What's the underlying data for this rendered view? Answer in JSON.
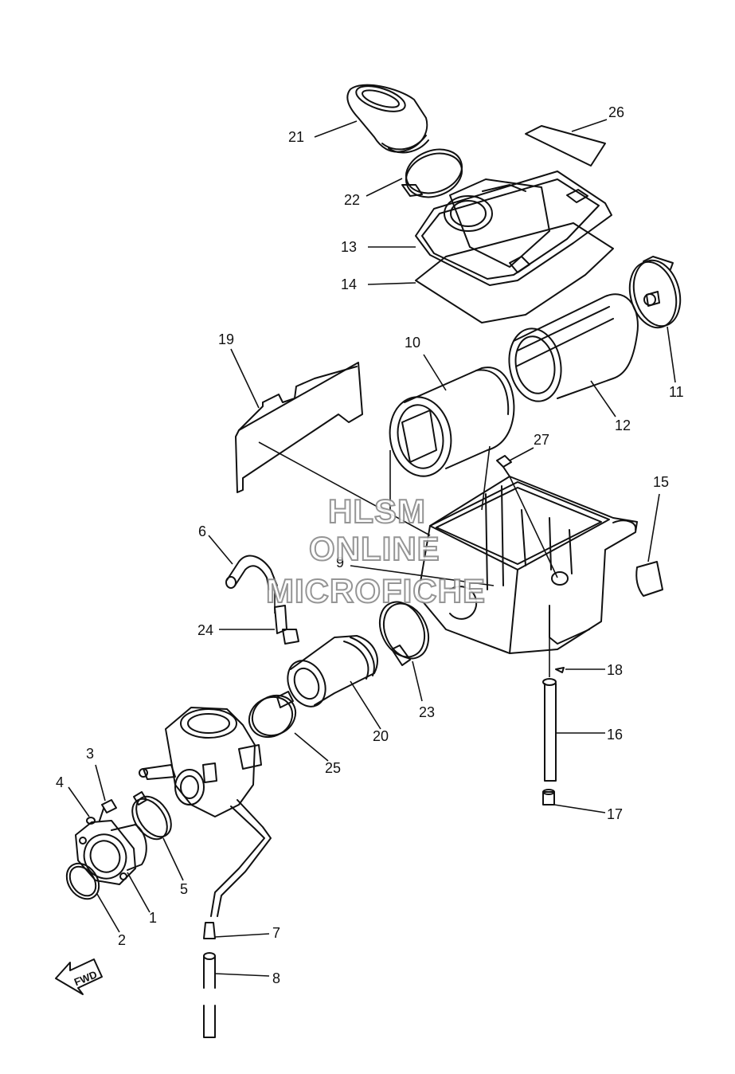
{
  "callouts": [
    {
      "id": "c1",
      "label": "1"
    },
    {
      "id": "c2",
      "label": "2"
    },
    {
      "id": "c3",
      "label": "3"
    },
    {
      "id": "c4",
      "label": "4"
    },
    {
      "id": "c5",
      "label": "5"
    },
    {
      "id": "c6",
      "label": "6"
    },
    {
      "id": "c7",
      "label": "7"
    },
    {
      "id": "c8",
      "label": "8"
    },
    {
      "id": "c9",
      "label": "9"
    },
    {
      "id": "c10",
      "label": "10"
    },
    {
      "id": "c11",
      "label": "11"
    },
    {
      "id": "c12",
      "label": "12"
    },
    {
      "id": "c13",
      "label": "13"
    },
    {
      "id": "c14",
      "label": "14"
    },
    {
      "id": "c15",
      "label": "15"
    },
    {
      "id": "c16",
      "label": "16"
    },
    {
      "id": "c17",
      "label": "17"
    },
    {
      "id": "c18",
      "label": "18"
    },
    {
      "id": "c19",
      "label": "19"
    },
    {
      "id": "c20",
      "label": "20"
    },
    {
      "id": "c21",
      "label": "21"
    },
    {
      "id": "c22",
      "label": "22"
    },
    {
      "id": "c23",
      "label": "23"
    },
    {
      "id": "c24",
      "label": "24"
    },
    {
      "id": "c25",
      "label": "25"
    },
    {
      "id": "c26",
      "label": "26"
    },
    {
      "id": "c27",
      "label": "27"
    }
  ],
  "watermark": {
    "line1": "HLSM",
    "line2": "ONLINE",
    "line3": "MICROFICHE"
  },
  "direction_marker": {
    "text": "FWD",
    "icon": "forward-arrow-icon"
  }
}
